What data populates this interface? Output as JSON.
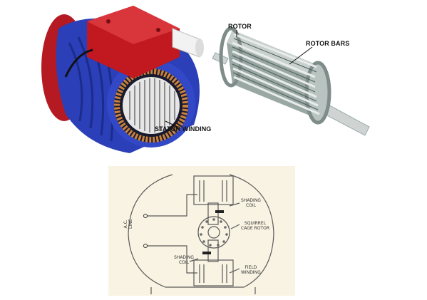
{
  "labels": {
    "stator_winding": "STATOR WINDING",
    "rotor": "ROTOR",
    "rotor_bars": "ROTOR BARS"
  },
  "schematic": {
    "shading_coil_top_1": "SHADING",
    "shading_coil_top_2": "COIL",
    "squirrel_1": "SQUIRREL",
    "squirrel_2": "CAGE ROTOR",
    "shading_coil_bottom_1": "SHADING",
    "shading_coil_bottom_2": "COIL",
    "field_winding_1": "FIELD",
    "field_winding_2": "WINDING",
    "ac_line_1": "A.C.",
    "ac_line_2": "LINE"
  },
  "colors": {
    "housing": "#2a3fb8",
    "terminal_box": "#c21820",
    "copper": "#c8823e",
    "rotor_body": "#9aa8a4",
    "shaft": "#cfd4d2",
    "paper": "#f8f3e2"
  }
}
